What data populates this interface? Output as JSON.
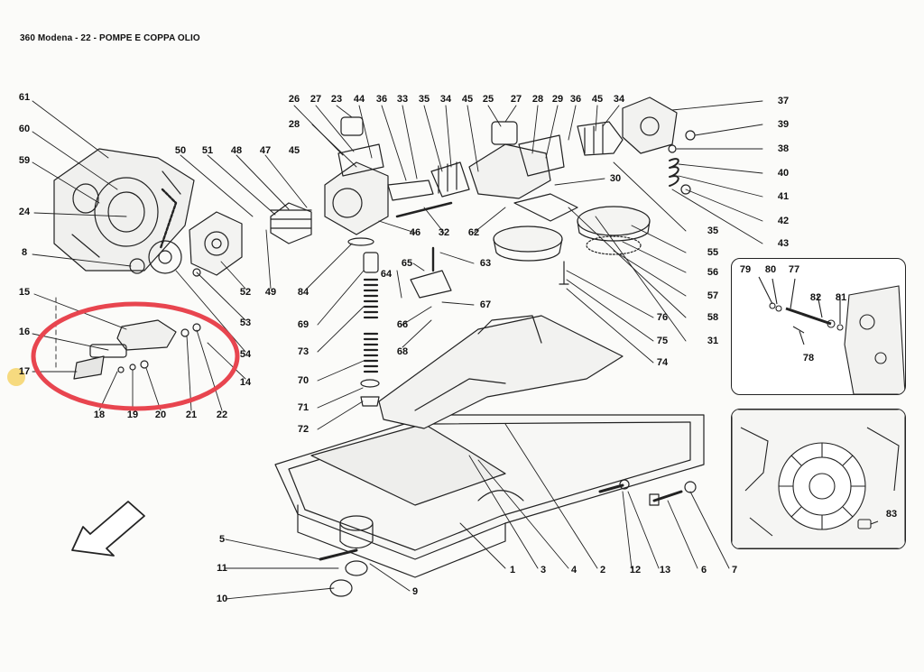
{
  "page": {
    "title": "360 Modena - 22 - POMPE E COPPA OLIO"
  },
  "colors": {
    "highlight": "#e8454f",
    "marker": "#f5d36a",
    "ink": "#222222"
  },
  "callouts": [
    {
      "id": "61",
      "text": "61"
    },
    {
      "id": "60",
      "text": "60"
    },
    {
      "id": "59",
      "text": "59"
    },
    {
      "id": "24",
      "text": "24"
    },
    {
      "id": "8",
      "text": "8"
    },
    {
      "id": "15",
      "text": "15"
    },
    {
      "id": "16",
      "text": "16"
    },
    {
      "id": "17",
      "text": "17"
    },
    {
      "id": "18",
      "text": "18"
    },
    {
      "id": "19",
      "text": "19"
    },
    {
      "id": "20",
      "text": "20"
    },
    {
      "id": "21",
      "text": "21"
    },
    {
      "id": "22",
      "text": "22"
    },
    {
      "id": "14",
      "text": "14"
    },
    {
      "id": "54",
      "text": "54"
    },
    {
      "id": "53",
      "text": "53"
    },
    {
      "id": "52",
      "text": "52"
    },
    {
      "id": "49",
      "text": "49"
    },
    {
      "id": "50",
      "text": "50"
    },
    {
      "id": "51",
      "text": "51"
    },
    {
      "id": "48",
      "text": "48"
    },
    {
      "id": "47",
      "text": "47"
    },
    {
      "id": "45a",
      "text": "45"
    },
    {
      "id": "26",
      "text": "26"
    },
    {
      "id": "27a",
      "text": "27"
    },
    {
      "id": "23",
      "text": "23"
    },
    {
      "id": "44",
      "text": "44"
    },
    {
      "id": "36a",
      "text": "36"
    },
    {
      "id": "33",
      "text": "33"
    },
    {
      "id": "35a",
      "text": "35"
    },
    {
      "id": "34a",
      "text": "34"
    },
    {
      "id": "45b",
      "text": "45"
    },
    {
      "id": "25",
      "text": "25"
    },
    {
      "id": "27b",
      "text": "27"
    },
    {
      "id": "28a",
      "text": "28"
    },
    {
      "id": "29",
      "text": "29"
    },
    {
      "id": "36b",
      "text": "36"
    },
    {
      "id": "45c",
      "text": "45"
    },
    {
      "id": "34b",
      "text": "34"
    },
    {
      "id": "37",
      "text": "37"
    },
    {
      "id": "39",
      "text": "39"
    },
    {
      "id": "38",
      "text": "38"
    },
    {
      "id": "40",
      "text": "40"
    },
    {
      "id": "41",
      "text": "41"
    },
    {
      "id": "42",
      "text": "42"
    },
    {
      "id": "43",
      "text": "43"
    },
    {
      "id": "28b",
      "text": "28"
    },
    {
      "id": "30",
      "text": "30"
    },
    {
      "id": "35b",
      "text": "35"
    },
    {
      "id": "55",
      "text": "55"
    },
    {
      "id": "56",
      "text": "56"
    },
    {
      "id": "57",
      "text": "57"
    },
    {
      "id": "58",
      "text": "58"
    },
    {
      "id": "31",
      "text": "31"
    },
    {
      "id": "46",
      "text": "46"
    },
    {
      "id": "32",
      "text": "32"
    },
    {
      "id": "62",
      "text": "62"
    },
    {
      "id": "63",
      "text": "63"
    },
    {
      "id": "64",
      "text": "64"
    },
    {
      "id": "65",
      "text": "65"
    },
    {
      "id": "66",
      "text": "66"
    },
    {
      "id": "67",
      "text": "67"
    },
    {
      "id": "68",
      "text": "68"
    },
    {
      "id": "84",
      "text": "84"
    },
    {
      "id": "69",
      "text": "69"
    },
    {
      "id": "73",
      "text": "73"
    },
    {
      "id": "70",
      "text": "70"
    },
    {
      "id": "71",
      "text": "71"
    },
    {
      "id": "72",
      "text": "72"
    },
    {
      "id": "76",
      "text": "76"
    },
    {
      "id": "75",
      "text": "75"
    },
    {
      "id": "74",
      "text": "74"
    },
    {
      "id": "79",
      "text": "79"
    },
    {
      "id": "80",
      "text": "80"
    },
    {
      "id": "77",
      "text": "77"
    },
    {
      "id": "82",
      "text": "82"
    },
    {
      "id": "81",
      "text": "81"
    },
    {
      "id": "78",
      "text": "78"
    },
    {
      "id": "83",
      "text": "83"
    },
    {
      "id": "5",
      "text": "5"
    },
    {
      "id": "11",
      "text": "11"
    },
    {
      "id": "10",
      "text": "10"
    },
    {
      "id": "9",
      "text": "9"
    },
    {
      "id": "1",
      "text": "1"
    },
    {
      "id": "3",
      "text": "3"
    },
    {
      "id": "4",
      "text": "4"
    },
    {
      "id": "2",
      "text": "2"
    },
    {
      "id": "12",
      "text": "12"
    },
    {
      "id": "13",
      "text": "13"
    },
    {
      "id": "6",
      "text": "6"
    },
    {
      "id": "7",
      "text": "7"
    }
  ]
}
